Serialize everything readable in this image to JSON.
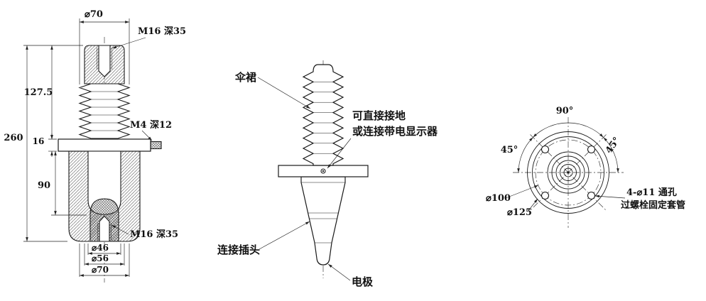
{
  "colors": {
    "line": "#1a1a1a",
    "background": "#ffffff"
  },
  "section_view": {
    "dims": {
      "dia70_top": "⌀70",
      "m16_top": "M16 深35",
      "len_127_5": "127.5",
      "len_260": "260",
      "len_16": "16",
      "m4_side": "M4 深12",
      "len_90": "90",
      "m16_bottom": "M16 深35",
      "dia46": "⌀46",
      "dia56": "⌀56",
      "dia70_bottom": "⌀70"
    }
  },
  "side_view": {
    "labels": {
      "shed": "伞裙",
      "ground_line1": "可直接接地",
      "ground_line2": "或连接带电显示器",
      "plug": "连接插头",
      "electrode": "电极"
    }
  },
  "plan_view": {
    "labels": {
      "angle_top": "90°",
      "angle_left": "45°",
      "angle_right": "45°",
      "dia100": "⌀100",
      "dia125": "⌀125",
      "holes": "4-⌀11 通孔",
      "sleeve": "过螺栓固定套管"
    }
  }
}
